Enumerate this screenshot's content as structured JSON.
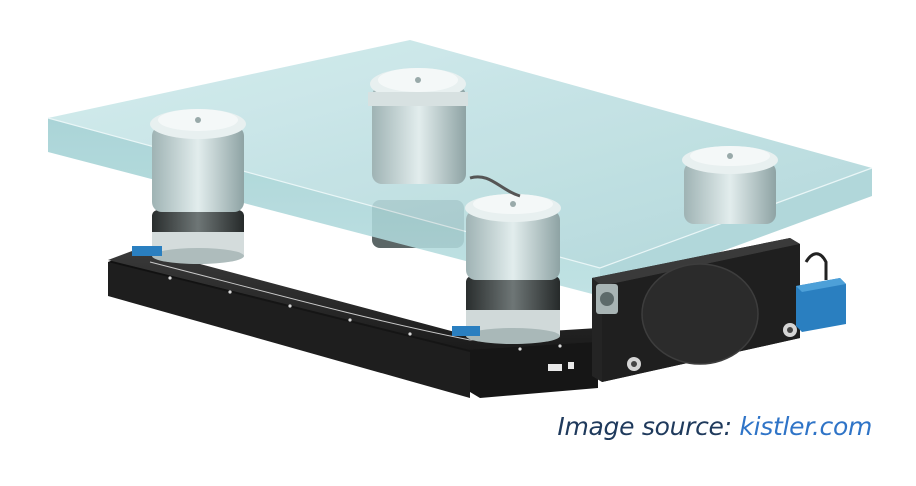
{
  "caption": {
    "prefix": "Image source: ",
    "link_text": "kistler.com"
  },
  "illustration": {
    "subject": "force-plate",
    "colors": {
      "glass": "#bfe4e6",
      "frame": "#1e1e1e",
      "sensor_metal": "#c8d8d8",
      "connector_blue": "#2a7fc0",
      "caption_text": "#1f3a5c",
      "caption_link": "#2f74c7"
    }
  }
}
